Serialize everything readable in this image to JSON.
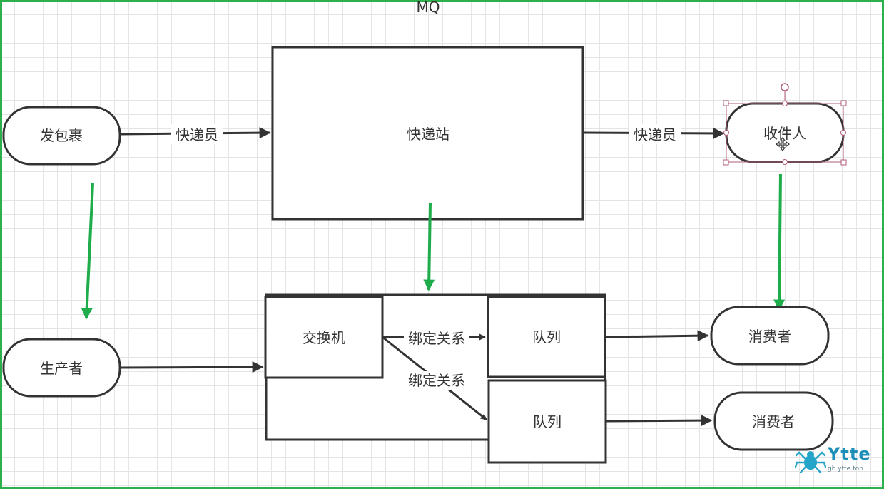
{
  "diagram": {
    "title": "MQ",
    "nodes": {
      "send_package": "发包裹",
      "courier_station": "快递站",
      "receiver": "收件人",
      "producer": "生产者",
      "exchange": "交换机",
      "queue_1": "队列",
      "queue_2": "队列",
      "consumer_1": "消费者",
      "consumer_2": "消费者"
    },
    "edges": {
      "courier_in": "快递员",
      "courier_out": "快递员",
      "binding_1": "绑定关系",
      "binding_2": "绑定关系"
    }
  },
  "watermark": {
    "title": "Ytte",
    "subtitle": "gb.ytte.top"
  },
  "colors": {
    "frame": "#2db04a",
    "mapping_arrow": "#1fad4b",
    "stroke": "#333333",
    "selection": "#b05b78"
  }
}
